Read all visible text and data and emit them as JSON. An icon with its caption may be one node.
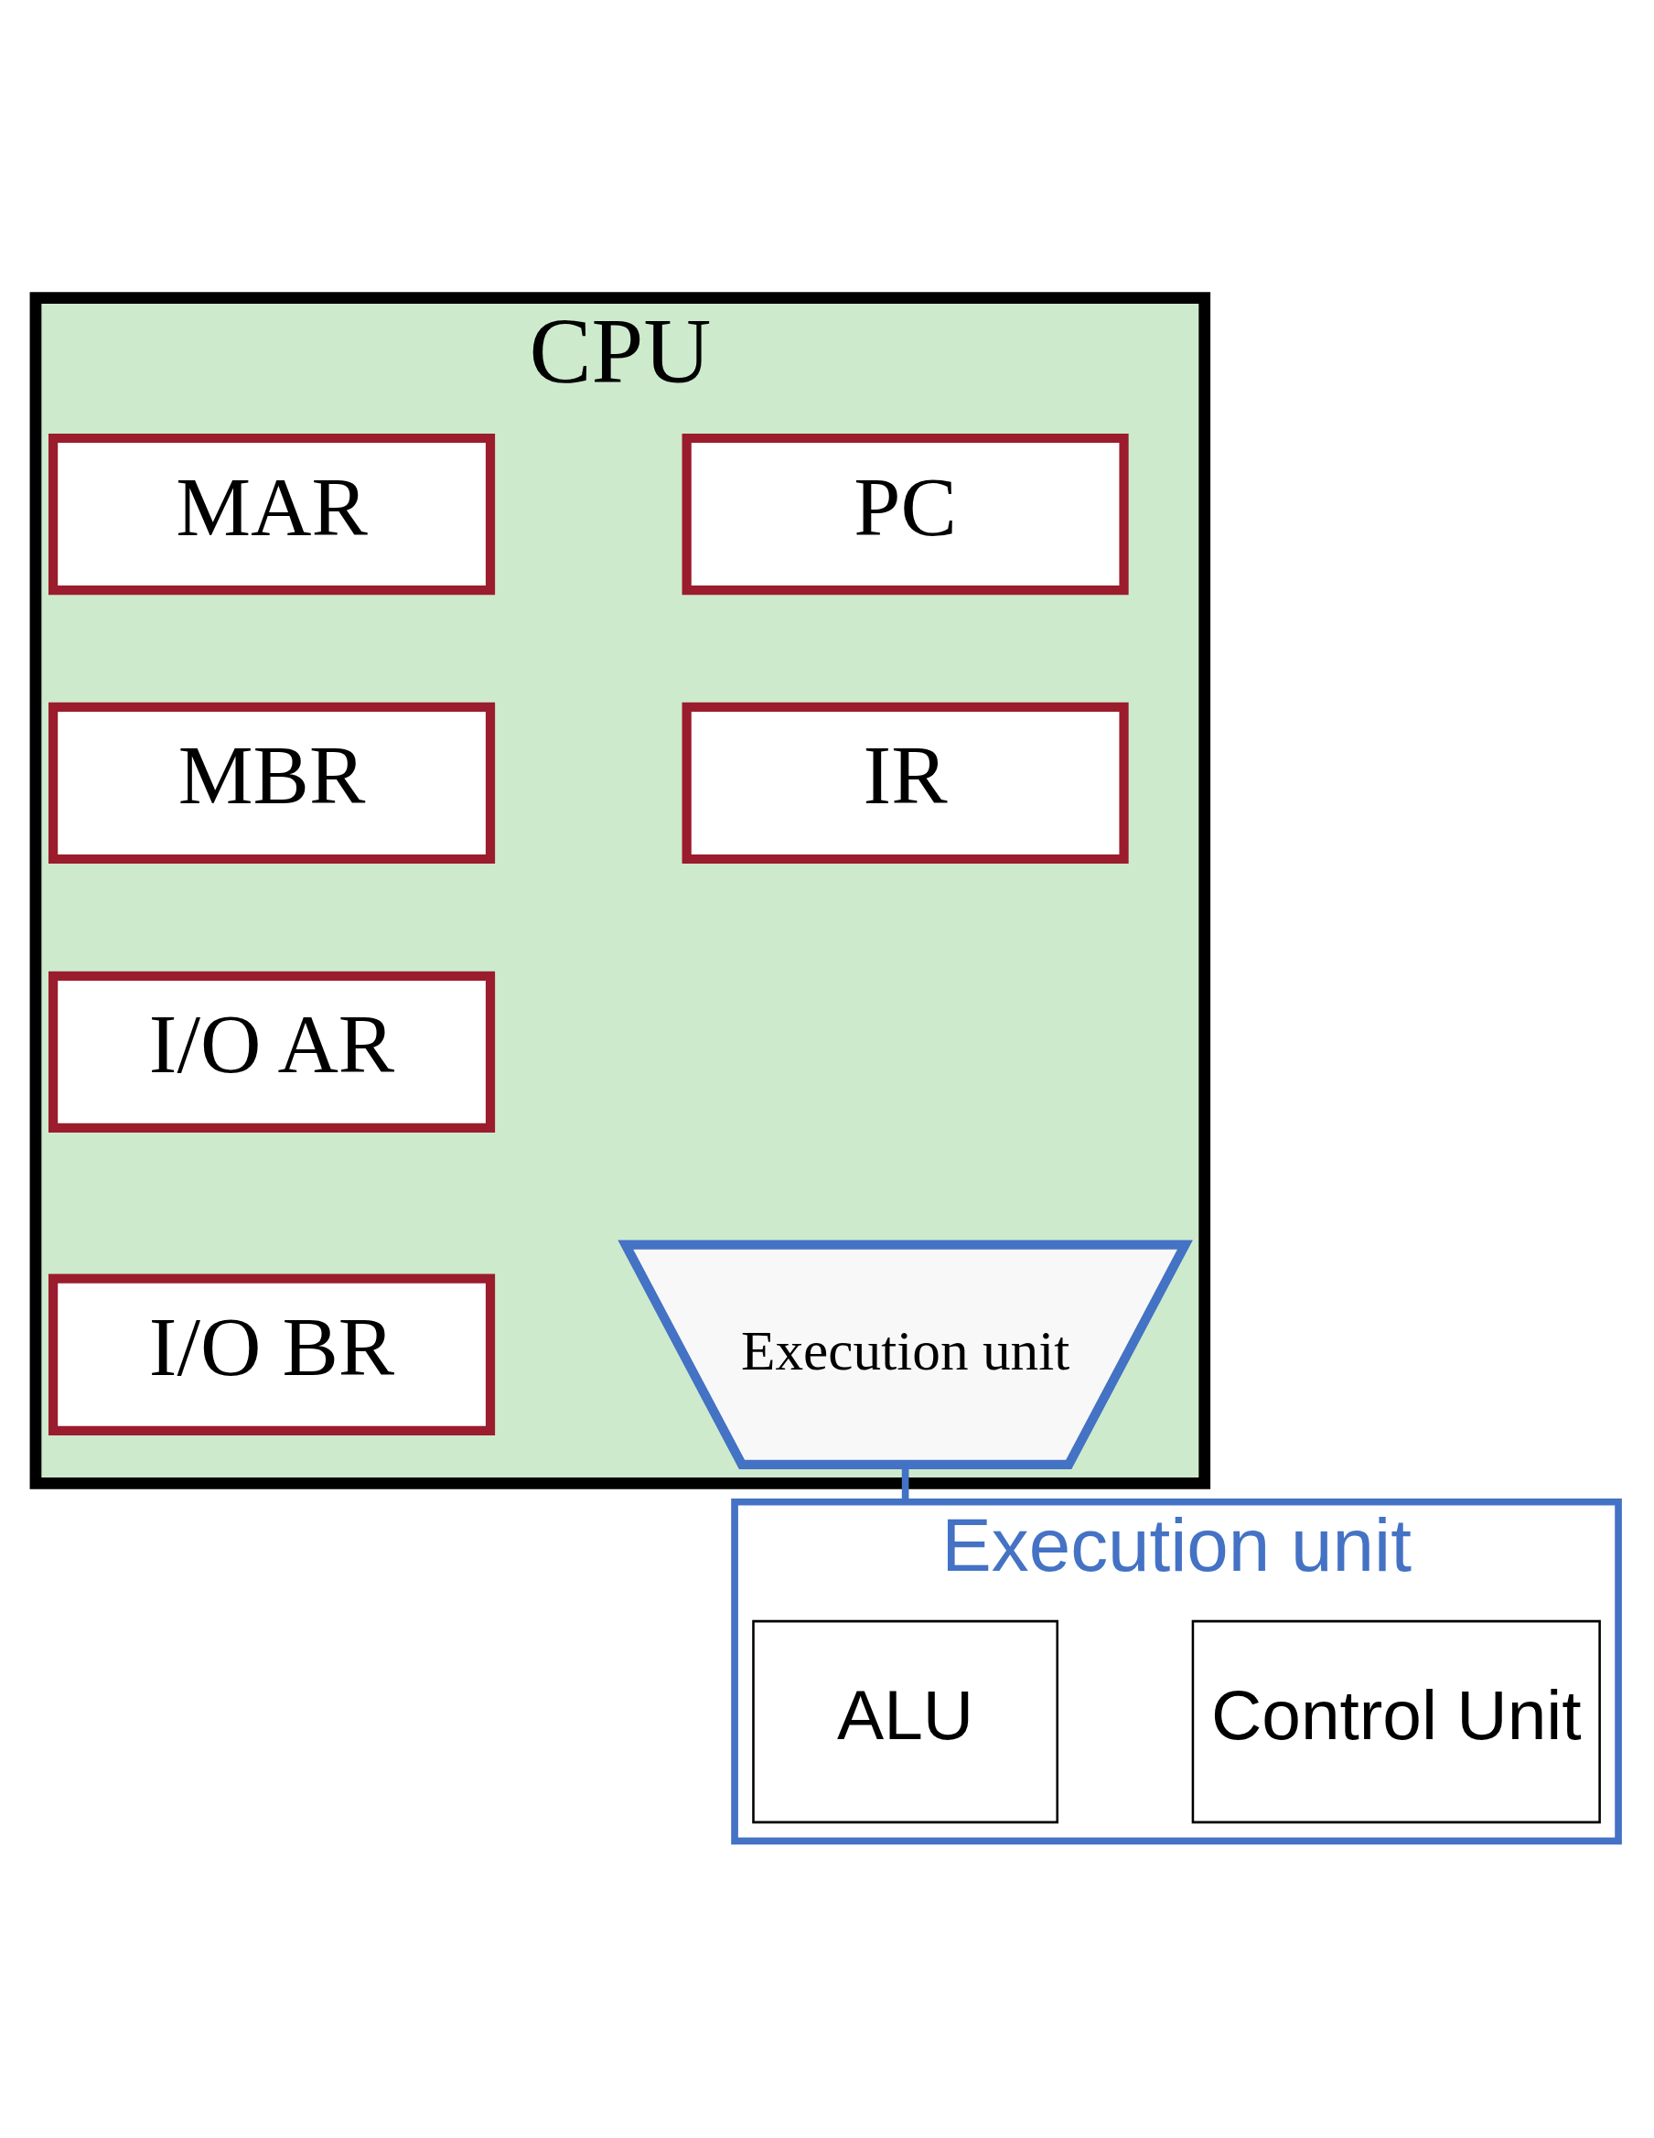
{
  "diagram": {
    "nodes": [
      {
        "text": [
          "CPU"
        ]
      },
      {
        "text": [
          "PC"
        ],
        "in": 0
      },
      {
        "text": [
          "MAR"
        ],
        "in": 0
      },
      {
        "text": [
          "IR"
        ],
        "in": 0
      },
      {
        "text": [
          "MBR"
        ],
        "in": 0
      },
      {
        "text": [
          "I/O AR"
        ],
        "in": 0
      },
      {
        "text": [
          "Execution unit"
        ],
        "in": 0
      },
      {
        "text": [
          "I/O BR"
        ],
        "in": 0
      },
      {
        "text": [
          "Execution unit"
        ]
      },
      {
        "text": [
          "ALU"
        ],
        "in": 8
      },
      {
        "text": [
          "Control Unit"
        ],
        "in": 8
      }
    ],
    "edges": [
      {
        "from": 6,
        "to": 8,
        "arrow": "none",
        "color": "#4472c4"
      }
    ]
  }
}
